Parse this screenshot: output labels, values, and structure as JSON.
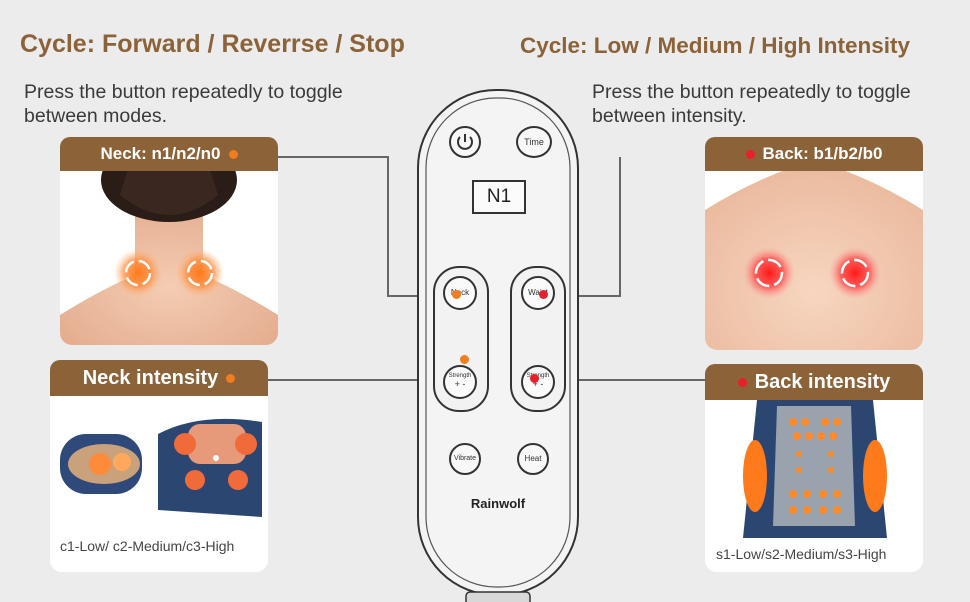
{
  "left": {
    "heading": "Cycle: Forward / Reverrse / Stop",
    "description": "Press the button repeatedly to toggle between modes.",
    "neck_label": "Neck: n1/n2/n0",
    "neck_intensity_label": "Neck intensity",
    "neck_intensity_caption": "c1-Low/ c2-Medium/c3-High"
  },
  "right": {
    "heading": "Cycle: Low / Medium / High Intensity",
    "description": "Press the button repeatedly to toggle between intensity.",
    "back_label": "Back: b1/b2/b0",
    "back_intensity_label": "Back intensity",
    "back_intensity_caption": "s1-Low/s2-Medium/s3-High"
  },
  "remote": {
    "display": "N1",
    "time_button": "Time",
    "neck_button": "Neck",
    "waist_button": "Waist",
    "strength_button": "Strength",
    "strength_symbol": "+ -",
    "vibrate_button": "Vibrate",
    "heat_button": "Heat",
    "brand": "Rainwolf"
  },
  "colors": {
    "brown": "#8c6239",
    "orange_dot": "#f07d1e",
    "red_dot": "#e8202a",
    "background": "#ececec"
  },
  "icons": [
    "power-icon"
  ]
}
